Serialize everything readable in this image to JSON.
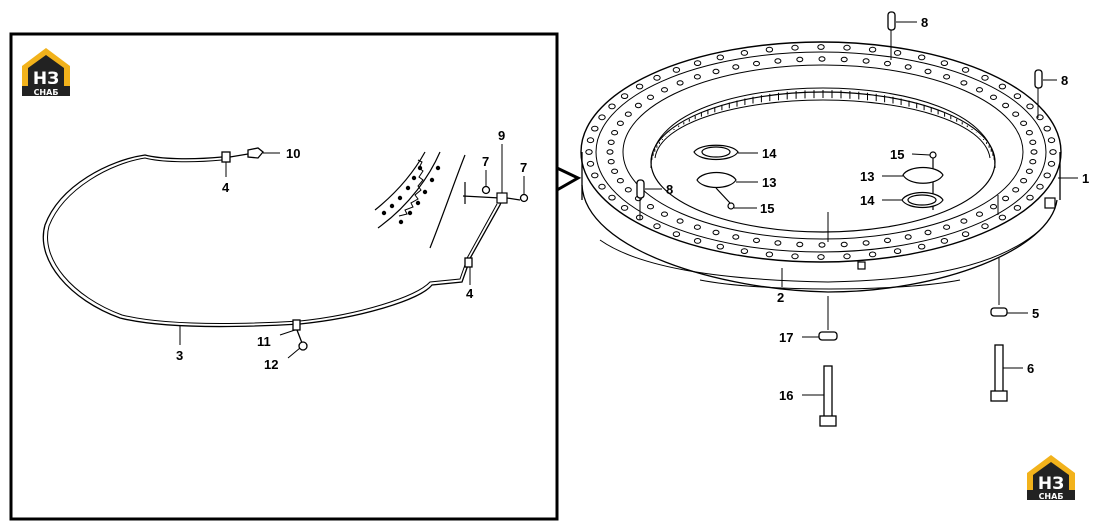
{
  "brand": {
    "logo_mark": "НЗ",
    "logo_caption": "СНАБ",
    "accent": "#f2b21b",
    "dark": "#222222"
  },
  "detail": {
    "callouts": [
      {
        "id": "c10",
        "text": "10"
      },
      {
        "id": "c4a",
        "text": "4"
      },
      {
        "id": "c9",
        "text": "9"
      },
      {
        "id": "c7a",
        "text": "7"
      },
      {
        "id": "c7b",
        "text": "7"
      },
      {
        "id": "c4b",
        "text": "4"
      },
      {
        "id": "c3",
        "text": "3"
      },
      {
        "id": "c11",
        "text": "11"
      },
      {
        "id": "c12",
        "text": "12"
      }
    ]
  },
  "main": {
    "callouts": [
      {
        "id": "m8a",
        "text": "8"
      },
      {
        "id": "m8b",
        "text": "8"
      },
      {
        "id": "m1",
        "text": "1"
      },
      {
        "id": "m14a",
        "text": "14"
      },
      {
        "id": "m13a",
        "text": "13"
      },
      {
        "id": "m8c",
        "text": "8"
      },
      {
        "id": "m15a",
        "text": "15"
      },
      {
        "id": "m15b",
        "text": "15"
      },
      {
        "id": "m13b",
        "text": "13"
      },
      {
        "id": "m14b",
        "text": "14"
      },
      {
        "id": "m2",
        "text": "2"
      },
      {
        "id": "m5",
        "text": "5"
      },
      {
        "id": "m17",
        "text": "17"
      },
      {
        "id": "m6",
        "text": "6"
      },
      {
        "id": "m16",
        "text": "16"
      }
    ]
  }
}
